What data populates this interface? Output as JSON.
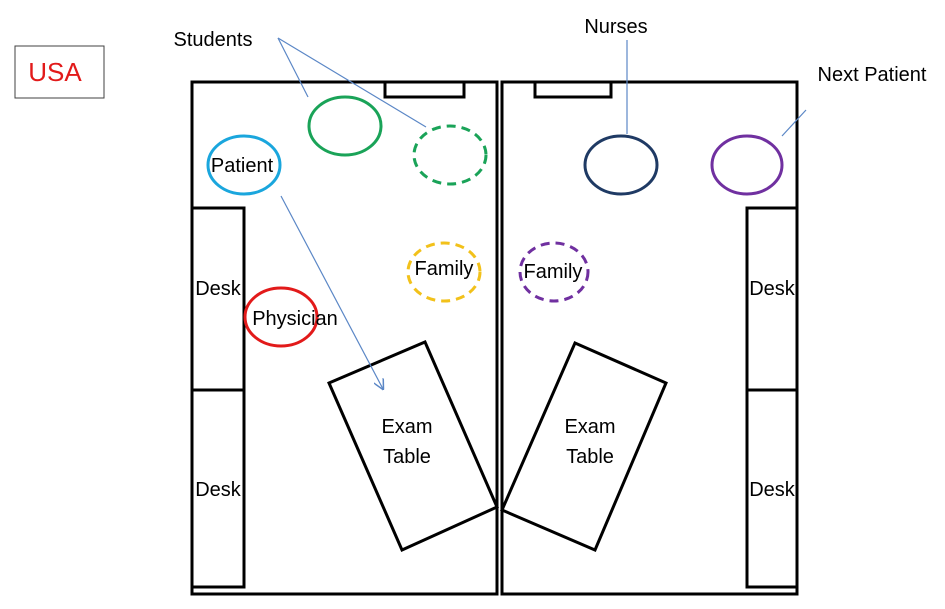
{
  "country": {
    "label": "USA",
    "color": "#e21a1a"
  },
  "labels": {
    "students": "Students",
    "nurses": "Nurses",
    "next_patient": "Next Patient",
    "patient": "Patient",
    "family_left": "Family",
    "family_right": "Family",
    "physician": "Physician",
    "desk_left_top": "Desk",
    "desk_left_bottom": "Desk",
    "desk_right_top": "Desk",
    "desk_right_bottom": "Desk",
    "exam_table_left_line1": "Exam",
    "exam_table_left_line2": "Table",
    "exam_table_right_line1": "Exam",
    "exam_table_right_line2": "Table"
  },
  "colors": {
    "student": "#1aa358",
    "patient": "#1aa6dd",
    "physician": "#e21a1a",
    "nurse": "#1f3a64",
    "next_patient": "#7030a0",
    "family_left": "#f2c11a",
    "family_right": "#7030a0",
    "connector": "#5b87c6",
    "wall": "#000000"
  }
}
